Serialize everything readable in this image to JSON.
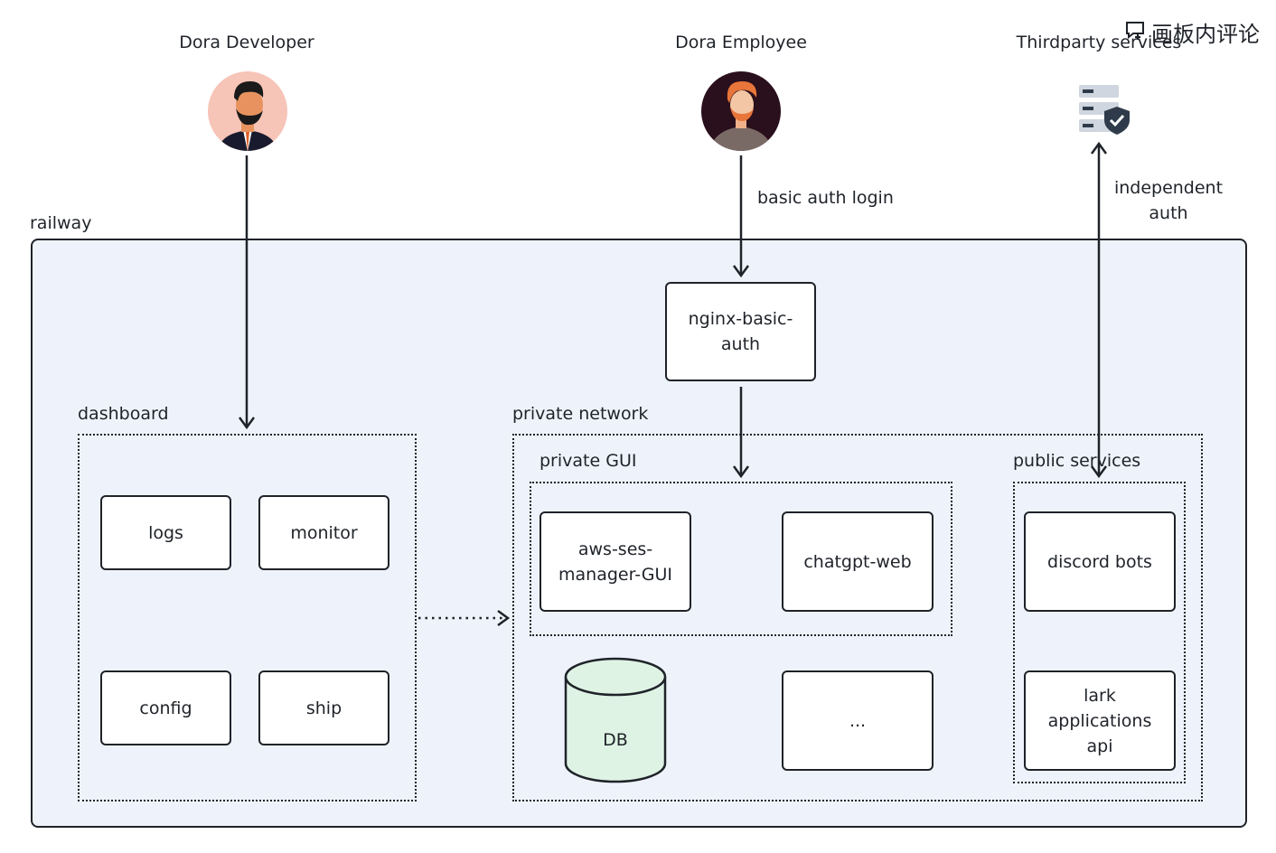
{
  "actors": {
    "developer": "Dora Developer",
    "employee": "Dora Employee",
    "thirdparty": "Thirdparty services"
  },
  "watermark": "画板内评论",
  "labels": {
    "railway": "railway",
    "basic_auth_login": "basic auth login",
    "independent_auth": "independent\nauth",
    "dashboard": "dashboard",
    "private_network": "private network",
    "private_gui": "private GUI",
    "public_services": "public services"
  },
  "nodes": {
    "nginx": "nginx-basic-\nauth",
    "logs": "logs",
    "monitor": "monitor",
    "config": "config",
    "ship": "ship",
    "aws_ses": "aws-ses-\nmanager-GUI",
    "chatgpt_web": "chatgpt-web",
    "db": "DB",
    "ellipsis": "...",
    "discord_bots": "discord bots",
    "lark": "lark\napplications\napi"
  },
  "colors": {
    "railway_bg": "#eef3fb",
    "db_fill": "#dff3e4",
    "stroke": "#1f2329",
    "avatar_dev_bg": "#f7c4b8",
    "avatar_emp_bg": "#2a0f1c"
  },
  "icons": {
    "developer_avatar": "person-avatar-bearded",
    "employee_avatar": "person-avatar-redhead",
    "thirdparty_icon": "server-shield-icon",
    "watermark_icon": "comment-add-icon"
  }
}
